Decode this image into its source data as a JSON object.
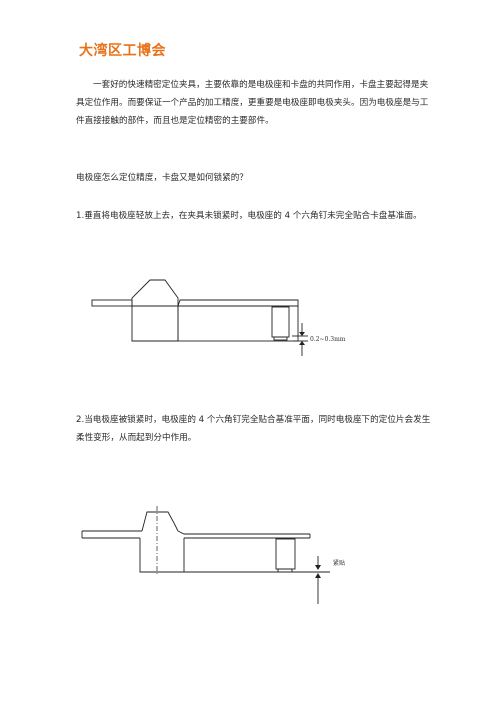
{
  "doc": {
    "title": "大湾区工博会",
    "para1": "一套好的快速精密定位夹具，主要依靠的是电极座和卡盘的共同作用，卡盘主要起得是夹具定位作用。而要保证一个产品的加工精度，更重要是电极座即电极夹头。因为电极座是与工件直接接触的部件，而且也是定位精密的主要部件。",
    "para2": "电极座怎么定位精度，卡盘又是如何锁紧的？",
    "para3": "1.垂直将电极座轻放上去，在夹具未锁紧时，电极座的 4 个六角钉未完全贴合卡盘基准面。",
    "para4": "2.当电极座被锁紧时，电极座的 4 个六角钉完全贴合基准平面，同时电极座下的定位片会发生柔性变形，从而起到分中作用。"
  },
  "figures": {
    "fig1": {
      "label": "0.2~0.3mm"
    },
    "fig2": {
      "label": "紧贴"
    }
  }
}
